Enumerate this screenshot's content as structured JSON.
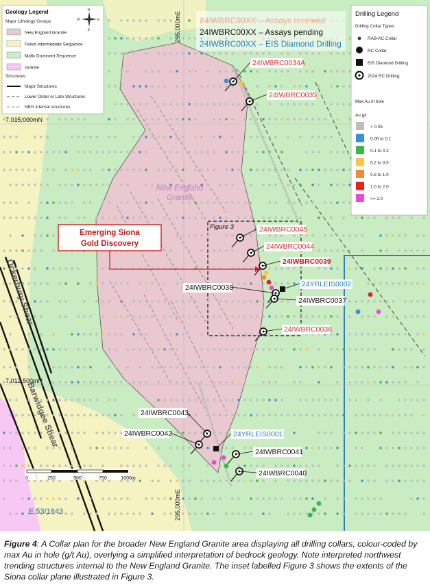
{
  "geology_legend": {
    "title": "Geology Legend",
    "groups_heading": "Major Lithology Groups",
    "items": [
      {
        "label": "New England Granite",
        "color": "#e9c8cf"
      },
      {
        "label": "Felsic-intermediate Sequence",
        "color": "#f5f3c2"
      },
      {
        "label": "Mafic Dominant Sequence",
        "color": "#c9ecc2"
      },
      {
        "label": "Granite",
        "color": "#f7c8f4"
      }
    ],
    "structures_heading": "Structures",
    "structures": [
      {
        "label": "Major Structures"
      },
      {
        "label": "Lower Order or Late Structures"
      },
      {
        "label": "NEG internal structures"
      }
    ]
  },
  "compass": {
    "n": "N",
    "s": "S",
    "e": "E",
    "w": "W"
  },
  "status_legend": [
    {
      "label": "24IWBRC00XX – Assays received",
      "color": "#f4a58a"
    },
    {
      "label": "24IWBRC00XX – Assays pending",
      "color": "#111111"
    },
    {
      "label": "24IWBRC00XX – EIS Diamond Drilling",
      "color": "#1f7fc0"
    }
  ],
  "drilling_legend": {
    "title": "Drilling Legend",
    "collar_heading": "Drilling Collar Types",
    "collar_types": [
      {
        "label": "RAB-AC Collar",
        "symbol": "small-dot"
      },
      {
        "label": "RC Collar",
        "symbol": "large-dot"
      },
      {
        "label": "EIS Diamond Drilling",
        "symbol": "square"
      },
      {
        "label": "2024 RC Drilling",
        "symbol": "ring"
      }
    ],
    "grade_heading": "Max Au in hole",
    "grade_unit": "Au g/t",
    "grade_bins": [
      {
        "label": "< 0.05",
        "color": "#bdbdbd"
      },
      {
        "label": "0.05 to 0.1",
        "color": "#3a8fd6"
      },
      {
        "label": "0.1 to 0.2",
        "color": "#3cb54a"
      },
      {
        "label": "0.2 to 0.5",
        "color": "#f5c842"
      },
      {
        "label": "0.5 to 1.0",
        "color": "#f28a3a"
      },
      {
        "label": "1.0 to 2.0",
        "color": "#e52222"
      },
      {
        "label": ">= 2.0",
        "color": "#e84bd8"
      }
    ]
  },
  "grid_labels": {
    "e_top": "295,000mE",
    "e_bottom": "295,000mE",
    "n_upper": "7,015,000mN",
    "n_lower": "7,012,500mN"
  },
  "map_labels": {
    "granite_name": "New England Granite",
    "shear_1": "Ockerbury Shear",
    "shear_2": "Barwidgee Shear",
    "figure_inset": "Figure 3",
    "tenement": "E 53/1843"
  },
  "callout": "Emerging Siona Gold Discovery",
  "holes": [
    {
      "id": "24IWBRC0034A",
      "status": "received"
    },
    {
      "id": "24IWBRC0035",
      "status": "received"
    },
    {
      "id": "24IWBRC0045",
      "status": "received"
    },
    {
      "id": "24IWBRC0044",
      "status": "received"
    },
    {
      "id": "24IWBRC0039",
      "status": "received-highlight"
    },
    {
      "id": "24IWBRC0038",
      "status": "pending"
    },
    {
      "id": "24YRLEIS0002",
      "status": "eis"
    },
    {
      "id": "24IWBRC0037",
      "status": "pending"
    },
    {
      "id": "24IWBRC0036",
      "status": "received"
    },
    {
      "id": "24IWBRC0043",
      "status": "pending"
    },
    {
      "id": "24IWBRC0042",
      "status": "pending"
    },
    {
      "id": "24YRLEIS0001",
      "status": "eis"
    },
    {
      "id": "24IWBRC0041",
      "status": "pending"
    },
    {
      "id": "24IWBRC0040",
      "status": "pending"
    }
  ],
  "scale_bar": {
    "ticks": [
      "0",
      "250",
      "500",
      "750",
      "1000m"
    ]
  },
  "caption": {
    "figure_label": "Figure 4",
    "text": ": A Collar plan for the broader New England Granite area displaying all drilling collars, colour-coded by max Au in hole (g/t Au), overlying a simplified interpretation of bedrock geology. Note interpreted northwest trending structures internal to the New England Granite. The inset labelled Figure 3 shows the extents of the Siona collar plane illustrated in Figure 3."
  }
}
